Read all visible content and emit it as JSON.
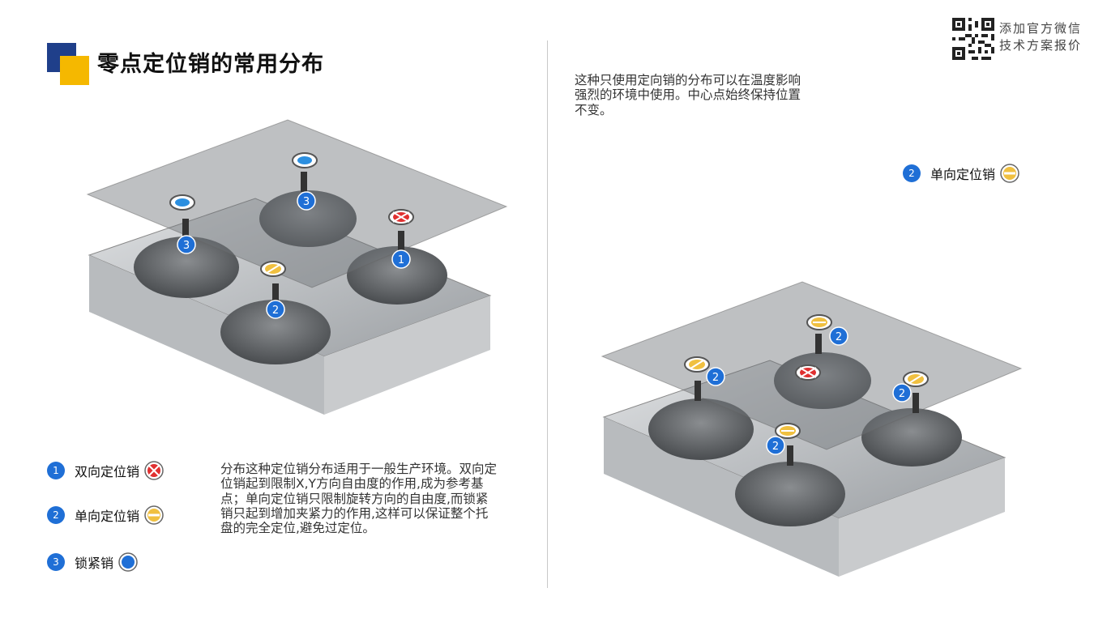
{
  "header": {
    "title": "零点定位销的常用分布"
  },
  "contact": {
    "qr_line1": "添加官方微信",
    "qr_line2": "技术方案报价"
  },
  "legend": [
    {
      "num": "1",
      "label": "双向定位销",
      "icon": "two-way-pin-icon"
    },
    {
      "num": "2",
      "label": "单向定位销",
      "icon": "one-way-pin-icon"
    },
    {
      "num": "3",
      "label": "锁紧销",
      "icon": "locking-pin-icon"
    }
  ],
  "left_description": "分布这种定位销分布适用于一般生产环境。双向定位销起到限制X,Y方向自由度的作用,成为参考基点；单向定位销只限制旋转方向的自由度,而锁紧销只起到增加夹紧力的作用,这样可以保证整个托盘的完全定位,避免过定位。",
  "right_description": "这种只使用定向销的分布可以在温度影响强烈的环境中使用。中心点始终保持位置不变。",
  "right_legend": {
    "num": "2",
    "label": "单向定位销",
    "icon": "one-way-pin-icon"
  },
  "left_figure_numbers": {
    "a": "3",
    "b": "3",
    "c": "1",
    "d": "2"
  },
  "right_figure_numbers": {
    "a": "2",
    "b": "2",
    "c": "2",
    "d": "2"
  },
  "colors": {
    "brand_blue": "#1f3f8a",
    "accent_yellow": "#f5b800",
    "badge_blue": "#1f6fd6",
    "pin_red": "#e03030"
  }
}
